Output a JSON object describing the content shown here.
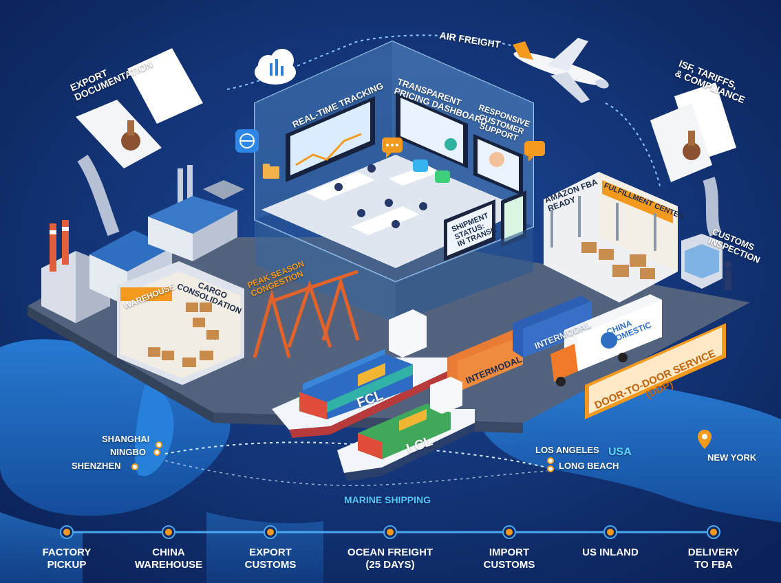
{
  "colors": {
    "background": "#0d2a63",
    "map": "#1f6bc4",
    "accent_orange": "#f39a1e",
    "timeline_line": "#4aa8f0"
  },
  "icons": [
    "cloud-icon",
    "globe-icon",
    "chat-bubble-icon",
    "map-pin-icon",
    "airplane-icon",
    "rubber-stamp-icon",
    "folder-icon"
  ],
  "labels": {
    "export_documentation": [
      "EXPORT",
      "DOCUMENTATION"
    ],
    "air_freight": "AIR FREIGHT",
    "isf_tariffs": [
      "ISF, TARIFFS,",
      "& COMPLIANCE"
    ],
    "real_time_tracking": "REAL-TIME TRACKING",
    "pricing_dashboard": [
      "TRANSPARENT",
      "PRICING DASHBOARD"
    ],
    "customer_support": [
      "RESPONSIVE",
      "CUSTOMER",
      "SUPPORT"
    ],
    "amazon_fba": [
      "AMAZON FBA",
      "READY"
    ],
    "fulfillment_center": "FULFILLMENT CENTER",
    "customs_inspection": [
      "CUSTOMS",
      "INSPECTION"
    ],
    "shipment_status": [
      "SHIPMENT",
      "STATUS:",
      "IN TRANSIT"
    ],
    "warehouse": "WAREHOUSE",
    "cargo_consolidation": [
      "CARGO",
      "CONSOLIDATION"
    ],
    "peak_season": [
      "PEAK SEASON",
      "CONGESTION"
    ],
    "intermodal_1": "INTERMODAL",
    "intermodal_2": "INTERMODAL",
    "china_domestic": [
      "CHINA",
      "DOMESTIC"
    ],
    "door_to_door": [
      "DOOR-TO-DOOR SERVICE",
      "(DDP)"
    ],
    "fcl": "FCL",
    "lcl": "LCL",
    "marine_shipping": "MARINE SHIPPING",
    "usa": "USA"
  },
  "cities": {
    "shanghai": "SHANGHAI",
    "ningbo": "NINGBO",
    "shenzhen": "SHENZHEN",
    "los_angeles": "LOS ANGELES",
    "long_beach": "LONG BEACH",
    "new_york": "NEW YORK"
  },
  "timeline": [
    {
      "line1": "FACTORY",
      "line2": "PICKUP"
    },
    {
      "line1": "CHINA",
      "line2": "WAREHOUSE"
    },
    {
      "line1": "EXPORT",
      "line2": "CUSTOMS"
    },
    {
      "line1": "OCEAN FREIGHT",
      "line2": "(25 DAYS)"
    },
    {
      "line1": "IMPORT",
      "line2": "CUSTOMS"
    },
    {
      "line1": "US INLAND",
      "line2": ""
    },
    {
      "line1": "DELIVERY",
      "line2": "TO FBA"
    }
  ]
}
